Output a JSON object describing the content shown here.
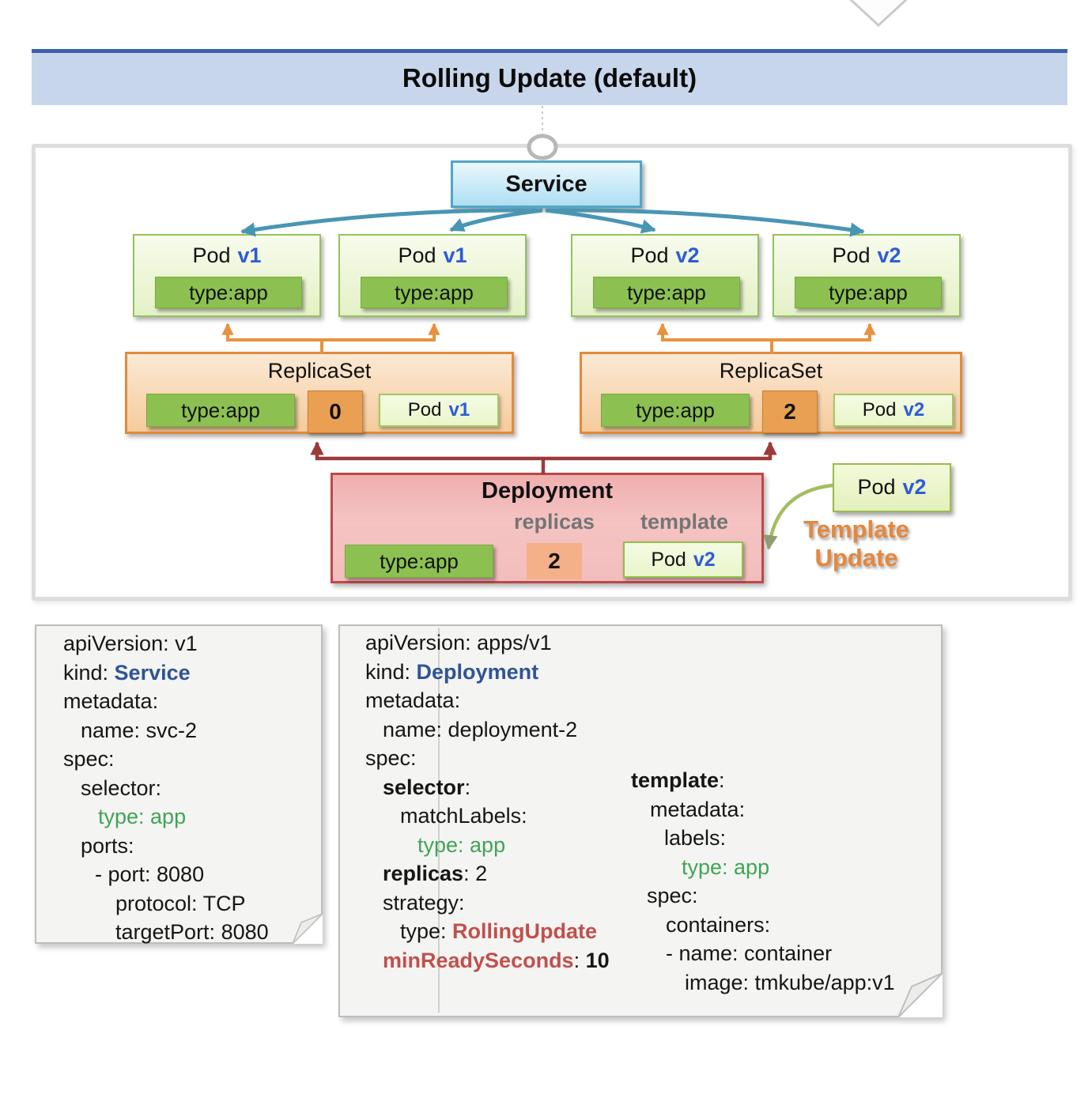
{
  "title": "Rolling Update (default)",
  "diagram": {
    "service": {
      "label": "Service"
    },
    "pods": [
      {
        "name": "Pod",
        "version": "v1",
        "badge": "type:app"
      },
      {
        "name": "Pod",
        "version": "v1",
        "badge": "type:app"
      },
      {
        "name": "Pod",
        "version": "v2",
        "badge": "type:app"
      },
      {
        "name": "Pod",
        "version": "v2",
        "badge": "type:app"
      }
    ],
    "replicasets": [
      {
        "title": "ReplicaSet",
        "badge": "type:app",
        "count": "0",
        "pod_name": "Pod",
        "pod_version": "v1"
      },
      {
        "title": "ReplicaSet",
        "badge": "type:app",
        "count": "2",
        "pod_name": "Pod",
        "pod_version": "v2"
      }
    ],
    "deployment": {
      "title": "Deployment",
      "replicas_label": "replicas",
      "template_label": "template",
      "badge": "type:app",
      "replicas_value": "2",
      "pod_name": "Pod",
      "pod_version": "v2"
    },
    "template_update": {
      "pod_name": "Pod",
      "pod_version": "v2",
      "caption_line1": "Template",
      "caption_line2": "Update"
    }
  },
  "yaml_notes": [
    {
      "id": "service-yaml",
      "columns": [
        {
          "lines": [
            {
              "indent": 0,
              "seg": [
                {
                  "t": "apiVersion: v1"
                }
              ]
            },
            {
              "indent": 0,
              "seg": [
                {
                  "t": "kind: "
                },
                {
                  "t": "Service",
                  "c": "blue"
                }
              ]
            },
            {
              "indent": 0,
              "seg": [
                {
                  "t": "metadata:"
                }
              ]
            },
            {
              "indent": 22,
              "seg": [
                {
                  "t": "name: svc-2"
                }
              ]
            },
            {
              "indent": 0,
              "seg": [
                {
                  "t": "spec:"
                }
              ]
            },
            {
              "indent": 22,
              "seg": [
                {
                  "t": "selector:"
                }
              ]
            },
            {
              "indent": 44,
              "seg": [
                {
                  "t": "type: app",
                  "c": "green"
                }
              ]
            },
            {
              "indent": 22,
              "seg": [
                {
                  "t": "ports:"
                }
              ]
            },
            {
              "indent": 40,
              "seg": [
                {
                  "t": "- port: 8080"
                }
              ]
            },
            {
              "indent": 66,
              "seg": [
                {
                  "t": "protocol: TCP"
                }
              ]
            },
            {
              "indent": 66,
              "seg": [
                {
                  "t": "targetPort: 8080"
                }
              ]
            }
          ]
        }
      ]
    },
    {
      "id": "deployment-yaml",
      "columns": [
        {
          "lines": [
            {
              "indent": 0,
              "seg": [
                {
                  "t": "apiVersion: apps/v1"
                }
              ]
            },
            {
              "indent": 0,
              "seg": [
                {
                  "t": "kind: "
                },
                {
                  "t": "Deployment",
                  "c": "blue"
                }
              ]
            },
            {
              "indent": 0,
              "seg": [
                {
                  "t": "metadata:"
                }
              ]
            },
            {
              "indent": 22,
              "seg": [
                {
                  "t": "name: deployment-2"
                }
              ]
            },
            {
              "indent": 0,
              "seg": [
                {
                  "t": "spec:"
                }
              ]
            },
            {
              "indent": 22,
              "seg": [
                {
                  "t": "selector",
                  "c": "b"
                },
                {
                  "t": ":"
                }
              ]
            },
            {
              "indent": 44,
              "seg": [
                {
                  "t": "matchLabels:"
                }
              ]
            },
            {
              "indent": 66,
              "seg": [
                {
                  "t": "type: app",
                  "c": "green"
                }
              ]
            },
            {
              "indent": 22,
              "seg": [
                {
                  "t": "replicas",
                  "c": "b"
                },
                {
                  "t": ": 2"
                }
              ]
            },
            {
              "indent": 22,
              "seg": [
                {
                  "t": "strategy:"
                }
              ]
            },
            {
              "indent": 44,
              "seg": [
                {
                  "t": "type: "
                },
                {
                  "t": "RollingUpdate",
                  "c": "red"
                }
              ]
            },
            {
              "indent": 22,
              "seg": [
                {
                  "t": "minReadySeconds",
                  "c": "red"
                },
                {
                  "t": ": "
                },
                {
                  "t": "10",
                  "c": "b"
                }
              ]
            }
          ]
        },
        {
          "lines": [
            {
              "indent": 0,
              "seg": [
                {
                  "t": "template",
                  "c": "b"
                },
                {
                  "t": ":"
                }
              ]
            },
            {
              "indent": 24,
              "seg": [
                {
                  "t": "metadata:"
                }
              ]
            },
            {
              "indent": 42,
              "seg": [
                {
                  "t": "labels:"
                }
              ]
            },
            {
              "indent": 64,
              "seg": [
                {
                  "t": "type: app",
                  "c": "green"
                }
              ]
            },
            {
              "indent": 20,
              "seg": [
                {
                  "t": "spec:"
                }
              ]
            },
            {
              "indent": 44,
              "seg": [
                {
                  "t": "containers:"
                }
              ]
            },
            {
              "indent": 44,
              "seg": [
                {
                  "t": "- name: container"
                }
              ]
            },
            {
              "indent": 68,
              "seg": [
                {
                  "t": "image: tmkube/app:v1"
                }
              ]
            }
          ]
        }
      ]
    }
  ],
  "palette": {
    "title_band": "#C8D6EC",
    "title_border": "#3D61A5",
    "service_border": "#53A5C6",
    "service_arrow": "#4896B4",
    "pod_border": "#94C25C",
    "label_badge_green": "#8CC152",
    "replicaset_border": "#E08A3C",
    "replicaset_arrow": "#E8923E",
    "deployment_border": "#BC4949",
    "deployment_arrow": "#9C3A3A",
    "version_blue": "#2E5BD8",
    "yaml_kind_blue": "#2F5496",
    "yaml_label_green": "#3FA457",
    "yaml_strategy_red": "#C0504D",
    "template_update_orange": "#E6873B"
  }
}
